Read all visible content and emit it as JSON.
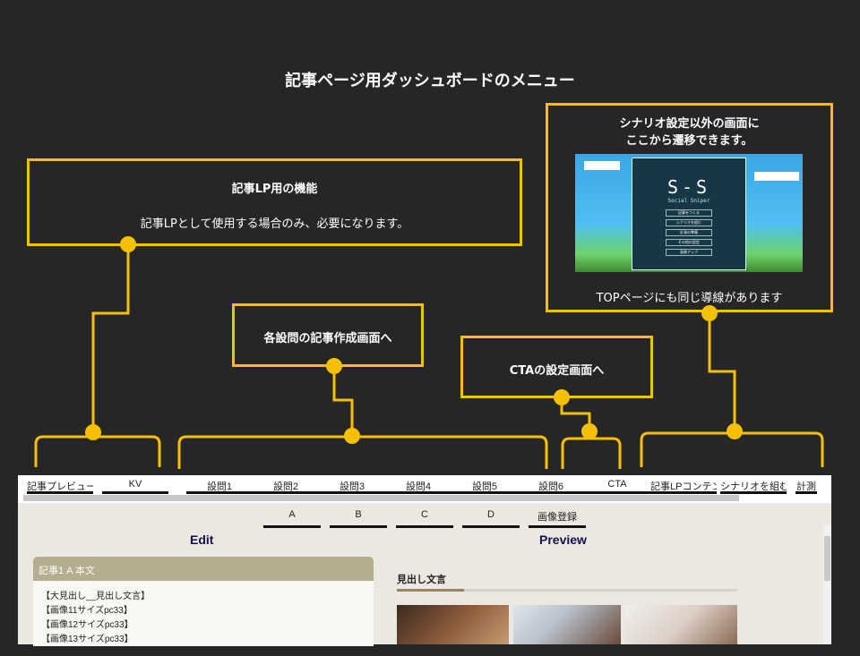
{
  "title": "記事ページ用ダッシュボードのメニュー",
  "callouts": [
    {
      "heading": "記事LP用の機能",
      "body": "記事LPとして使用する場合のみ、必要になります。"
    },
    {
      "heading": "各設問の記事作成画面へ"
    },
    {
      "heading": "CTAの設定画面へ"
    },
    {
      "heading_line1": "シナリオ設定以外の画面に",
      "heading_line2": "ここから遷移できます。",
      "body": "TOPページにも同じ導線があります"
    }
  ],
  "game": {
    "logo": "S-S",
    "subtitle": "Social Sniper",
    "menu": [
      "記事をつくる",
      "シナリオを組む",
      "計測の準備",
      "その他の設定",
      "画像アップ"
    ]
  },
  "colors": {
    "accent": "#f5c000",
    "background": "#262626"
  },
  "ui": {
    "nav": [
      "記事プレビュー",
      "KV",
      "設問1",
      "設問2",
      "設問3",
      "設問4",
      "設問5",
      "設問6",
      "CTA",
      "記事LPコンテンツ順",
      "シナリオを組む",
      "計測"
    ],
    "subnav": [
      "A",
      "B",
      "C",
      "D",
      "画像登録"
    ],
    "edit_heading": "Edit",
    "preview_heading": "Preview",
    "card_title": "記事1 A 本文",
    "card_lines": [
      "【大見出し__見出し文言】",
      "【画像11サイズpc33】",
      "【画像12サイズpc33】",
      "【画像13サイズpc33】"
    ],
    "preview_heading_text": "見出し文言"
  }
}
